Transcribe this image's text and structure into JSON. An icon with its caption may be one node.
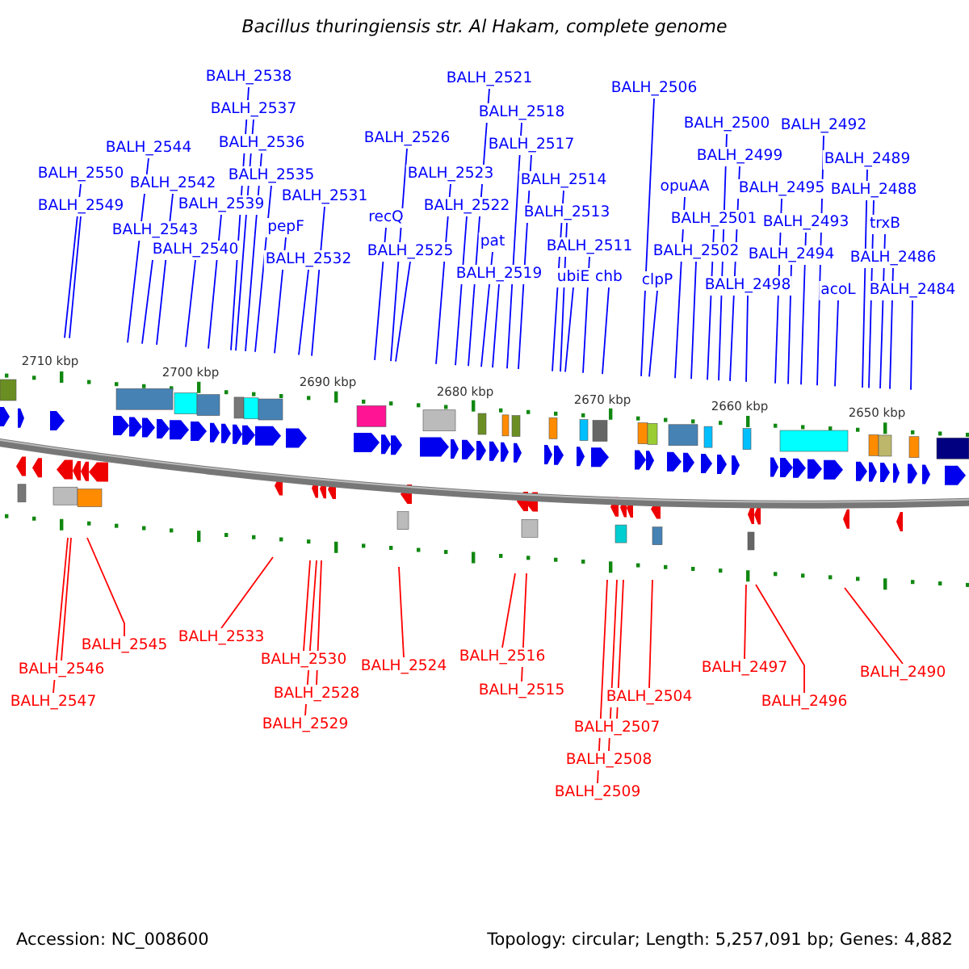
{
  "diagram": {
    "title": "Bacillus thuringiensis str. Al Hakam, complete genome",
    "nodes": [
      {
        "text": [
          "BALH_2550"
        ]
      },
      {
        "text": [
          "BALH_2549"
        ]
      },
      {
        "text": [
          "BALH_2544"
        ]
      },
      {
        "text": [
          "BALH_2542"
        ]
      },
      {
        "text": [
          "BALH_2543"
        ]
      },
      {
        "text": [
          "BALH_2540"
        ]
      },
      {
        "text": [
          "BALH_2539"
        ]
      },
      {
        "text": [
          "BALH_2538"
        ]
      },
      {
        "text": [
          "BALH_2537"
        ]
      },
      {
        "text": [
          "BALH_2536"
        ]
      },
      {
        "text": [
          "BALH_2535"
        ]
      },
      {
        "text": [
          "pepF"
        ]
      },
      {
        "text": [
          "BALH_2531"
        ]
      },
      {
        "text": [
          "BALH_2532"
        ]
      },
      {
        "text": [
          "recQ"
        ]
      },
      {
        "text": [
          "BALH_2526"
        ]
      },
      {
        "text": [
          "BALH_2525"
        ]
      },
      {
        "text": [
          "BALH_2521"
        ]
      },
      {
        "text": [
          "BALH_2523"
        ]
      },
      {
        "text": [
          "BALH_2522"
        ]
      },
      {
        "text": [
          "BALH_2518"
        ]
      },
      {
        "text": [
          "BALH_2517"
        ]
      },
      {
        "text": [
          "pat"
        ]
      },
      {
        "text": [
          "BALH_2519"
        ]
      },
      {
        "text": [
          "BALH_2514"
        ]
      },
      {
        "text": [
          "BALH_2513"
        ]
      },
      {
        "text": [
          "BALH_2511"
        ]
      },
      {
        "text": [
          "ubiE"
        ]
      },
      {
        "text": [
          "chb"
        ]
      },
      {
        "text": [
          "BALH_2506"
        ]
      },
      {
        "text": [
          "opuAA"
        ]
      },
      {
        "text": [
          "BALH_2500"
        ]
      },
      {
        "text": [
          "BALH_2501"
        ]
      },
      {
        "text": [
          "BALH_2502"
        ]
      },
      {
        "text": [
          "clpP"
        ]
      },
      {
        "text": [
          "BALH_2499"
        ]
      },
      {
        "text": [
          "BALH_2498"
        ]
      },
      {
        "text": [
          "BALH_2495"
        ]
      },
      {
        "text": [
          "BALH_2493"
        ]
      },
      {
        "text": [
          "BALH_2494"
        ]
      },
      {
        "text": [
          "BALH_2492"
        ]
      },
      {
        "text": [
          "acoL"
        ]
      },
      {
        "text": [
          "BALH_2489"
        ]
      },
      {
        "text": [
          "BALH_2488"
        ]
      },
      {
        "text": [
          "trxB"
        ]
      },
      {
        "text": [
          "BALH_2486"
        ]
      },
      {
        "text": [
          "BALH_2484"
        ]
      },
      {
        "text": [
          "BALH_2545"
        ]
      },
      {
        "text": [
          "BALH_2546"
        ]
      },
      {
        "text": [
          "BALH_2547"
        ]
      },
      {
        "text": [
          "BALH_2533"
        ]
      },
      {
        "text": [
          "BALH_2530"
        ]
      },
      {
        "text": [
          "BALH_2528"
        ]
      },
      {
        "text": [
          "BALH_2529"
        ]
      },
      {
        "text": [
          "BALH_2524"
        ]
      },
      {
        "text": [
          "BALH_2516"
        ]
      },
      {
        "text": [
          "BALH_2515"
        ]
      },
      {
        "text": [
          "BALH_2504"
        ]
      },
      {
        "text": [
          "BALH_2507"
        ]
      },
      {
        "text": [
          "BALH_2508"
        ]
      },
      {
        "text": [
          "BALH_2509"
        ]
      },
      {
        "text": [
          "BALH_2497"
        ]
      },
      {
        "text": [
          "BALH_2496"
        ]
      },
      {
        "text": [
          "BALH_2490"
        ]
      }
    ],
    "edges": [
      {
        "from": 0,
        "to": null,
        "arrow": "none"
      },
      {
        "from": 1,
        "to": null,
        "arrow": "none"
      },
      {
        "from": 2,
        "to": null,
        "arrow": "none"
      },
      {
        "from": 3,
        "to": null,
        "arrow": "none"
      },
      {
        "from": 4,
        "to": null,
        "arrow": "none"
      },
      {
        "from": 5,
        "to": null,
        "arrow": "none"
      },
      {
        "from": 6,
        "to": null,
        "arrow": "none"
      },
      {
        "from": 7,
        "to": null,
        "arrow": "none"
      },
      {
        "from": 8,
        "to": null,
        "arrow": "none"
      },
      {
        "from": 9,
        "to": null,
        "arrow": "none"
      },
      {
        "from": 10,
        "to": null,
        "arrow": "none"
      },
      {
        "from": 11,
        "to": null,
        "arrow": "none"
      },
      {
        "from": 12,
        "to": null,
        "arrow": "none"
      },
      {
        "from": 13,
        "to": null,
        "arrow": "none"
      },
      {
        "from": 14,
        "to": null,
        "arrow": "none"
      },
      {
        "from": 15,
        "to": null,
        "arrow": "none"
      },
      {
        "from": 16,
        "to": null,
        "arrow": "none"
      },
      {
        "from": 17,
        "to": null,
        "arrow": "none"
      },
      {
        "from": 18,
        "to": null,
        "arrow": "none"
      },
      {
        "from": 19,
        "to": null,
        "arrow": "none"
      },
      {
        "from": 20,
        "to": null,
        "arrow": "none"
      },
      {
        "from": 21,
        "to": null,
        "arrow": "none"
      },
      {
        "from": 22,
        "to": null,
        "arrow": "none"
      },
      {
        "from": 23,
        "to": null,
        "arrow": "none"
      },
      {
        "from": 24,
        "to": null,
        "arrow": "none"
      },
      {
        "from": 25,
        "to": null,
        "arrow": "none"
      },
      {
        "from": 26,
        "to": null,
        "arrow": "none"
      },
      {
        "from": 27,
        "to": null,
        "arrow": "none"
      },
      {
        "from": 28,
        "to": null,
        "arrow": "none"
      },
      {
        "from": 29,
        "to": null,
        "arrow": "none"
      },
      {
        "from": 30,
        "to": null,
        "arrow": "none"
      },
      {
        "from": 31,
        "to": null,
        "arrow": "none"
      },
      {
        "from": 32,
        "to": null,
        "arrow": "none"
      },
      {
        "from": 33,
        "to": null,
        "arrow": "none"
      },
      {
        "from": 34,
        "to": null,
        "arrow": "none"
      },
      {
        "from": 35,
        "to": null,
        "arrow": "none"
      },
      {
        "from": 36,
        "to": null,
        "arrow": "none"
      },
      {
        "from": 37,
        "to": null,
        "arrow": "none"
      },
      {
        "from": 38,
        "to": null,
        "arrow": "none"
      },
      {
        "from": 39,
        "to": null,
        "arrow": "none"
      },
      {
        "from": 40,
        "to": null,
        "arrow": "none"
      },
      {
        "from": 41,
        "to": null,
        "arrow": "none"
      },
      {
        "from": 42,
        "to": null,
        "arrow": "none"
      },
      {
        "from": 43,
        "to": null,
        "arrow": "none"
      },
      {
        "from": 44,
        "to": null,
        "arrow": "none"
      },
      {
        "from": 45,
        "to": null,
        "arrow": "none"
      },
      {
        "from": 46,
        "to": null,
        "arrow": "none"
      },
      {
        "from": 47,
        "to": null,
        "arrow": "none",
        "color": "#ff0000"
      },
      {
        "from": 48,
        "to": null,
        "arrow": "none",
        "color": "#ff0000"
      },
      {
        "from": 49,
        "to": null,
        "arrow": "none",
        "color": "#ff0000"
      },
      {
        "from": 50,
        "to": null,
        "arrow": "none",
        "color": "#ff0000"
      },
      {
        "from": 51,
        "to": null,
        "arrow": "none",
        "color": "#ff0000"
      },
      {
        "from": 52,
        "to": null,
        "arrow": "none",
        "color": "#ff0000"
      },
      {
        "from": 53,
        "to": null,
        "arrow": "none",
        "color": "#ff0000"
      },
      {
        "from": 54,
        "to": null,
        "arrow": "none",
        "color": "#ff0000"
      },
      {
        "from": 55,
        "to": null,
        "arrow": "none",
        "color": "#ff0000"
      },
      {
        "from": 56,
        "to": null,
        "arrow": "none",
        "color": "#ff0000"
      },
      {
        "from": 57,
        "to": null,
        "arrow": "none",
        "color": "#ff0000"
      },
      {
        "from": 58,
        "to": null,
        "arrow": "none",
        "color": "#ff0000"
      },
      {
        "from": 59,
        "to": null,
        "arrow": "none",
        "color": "#ff0000"
      },
      {
        "from": 60,
        "to": null,
        "arrow": "none",
        "color": "#ff0000"
      },
      {
        "from": 61,
        "to": null,
        "arrow": "none",
        "color": "#ff0000"
      },
      {
        "from": 62,
        "to": null,
        "arrow": "none",
        "color": "#ff0000"
      },
      {
        "from": 63,
        "to": null,
        "arrow": "none",
        "color": "#ff0000"
      }
    ],
    "labels": [
      "2710 kbp",
      "2700 kbp",
      "2690 kbp",
      "2680 kbp",
      "2670 kbp",
      "2660 kbp",
      "2650 kbp",
      "Accession: NC_008600",
      "Topology: circular; Length: 5,257,091 bp; Genes: 4,882"
    ]
  }
}
